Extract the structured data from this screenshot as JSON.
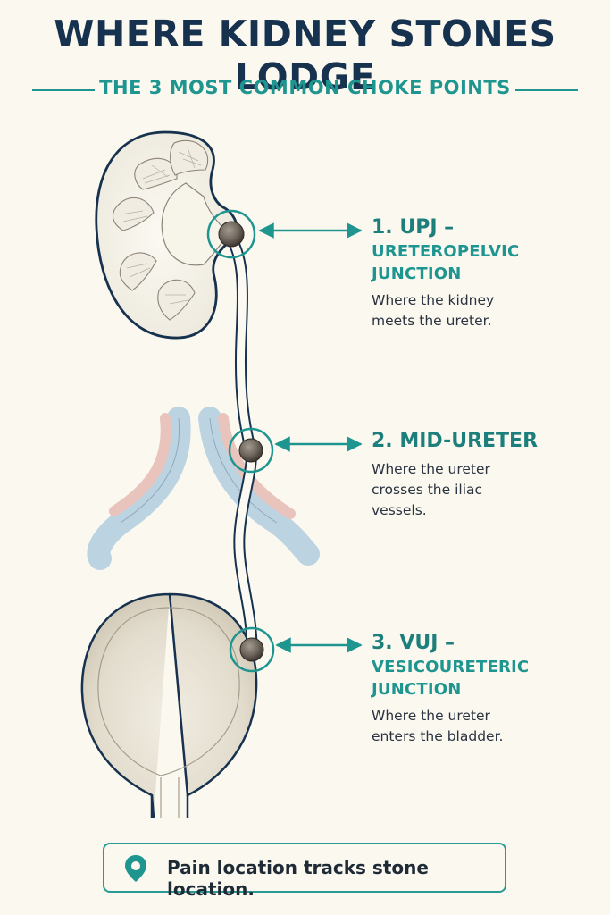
{
  "title": "WHERE KIDNEY STONES LODGE",
  "subtitle": "THE 3 MOST COMMON CHOKE POINTS",
  "callouts": [
    {
      "heading": "1. UPJ –",
      "subheading": "URETEROPELVIC JUNCTION",
      "description": "Where the kidney meets the ureter."
    },
    {
      "heading": "2. MID-URETER",
      "subheading": "",
      "description": "Where the ureter crosses the iliac vessels."
    },
    {
      "heading": "3. VUJ –",
      "subheading": "VESICOURETERIC JUNCTION",
      "description": "Where the ureter enters the bladder."
    }
  ],
  "footer_note": "Pain location tracks stone location.",
  "icons": {
    "footer": "location-pin-icon"
  },
  "colors": {
    "title": "#16324f",
    "accent": "#1f9590",
    "outline": "#16324f",
    "stone": "#6e655c",
    "artery": "#e8c4bd",
    "vein": "#bcd3e2",
    "background": "#fbf8f0"
  }
}
